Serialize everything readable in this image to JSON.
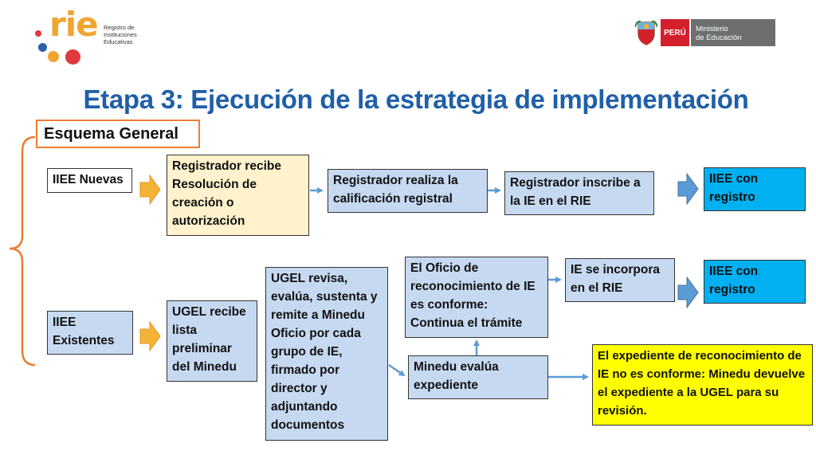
{
  "header": {
    "logo_text": "rie",
    "logo_subtitle": [
      "Registro de",
      "Instituciones",
      "Educativas"
    ],
    "country": "PERÚ",
    "ministry": [
      "Ministerio",
      "de Educación"
    ]
  },
  "title": "Etapa 3: Ejecución de la estrategia de implementación",
  "section_label": "Esquema General",
  "row1": {
    "start": "IIEE Nuevas",
    "step1": "Registrador recibe Resolución de creación o autorización",
    "step2": "Registrador realiza la calificación registral",
    "step3": "Registrador inscribe a la IE en el RIE",
    "result": "IIEE con registro"
  },
  "row2": {
    "start": "IIEE Existentes",
    "step1": "UGEL recibe lista preliminar del Minedu",
    "step2": "UGEL revisa, evalúa, sustenta y remite a Minedu Oficio por cada grupo de IE, firmado por director y adjuntando documentos",
    "step3": "Minedu evalúa expediente",
    "conforme": "El Oficio de reconocimiento de IE es conforme: Continua el trámite",
    "incorpora": "IE se incorpora en el RIE",
    "result": "IIEE con registro",
    "no_conforme": "El expediente de reconocimiento de IE no es conforme: Minedu devuelve el expediente a la UGEL para su revisión."
  },
  "colors": {
    "title": "#1f5fa8",
    "orange": "#ed7d31",
    "blue_box": "#c6d9f1",
    "cream_box": "#fff2cc",
    "cyan_box": "#00b0f0",
    "yellow_box": "#ffff00",
    "arrow_fill": "#5b9bd5",
    "arrow_orange": "#f5b335"
  }
}
